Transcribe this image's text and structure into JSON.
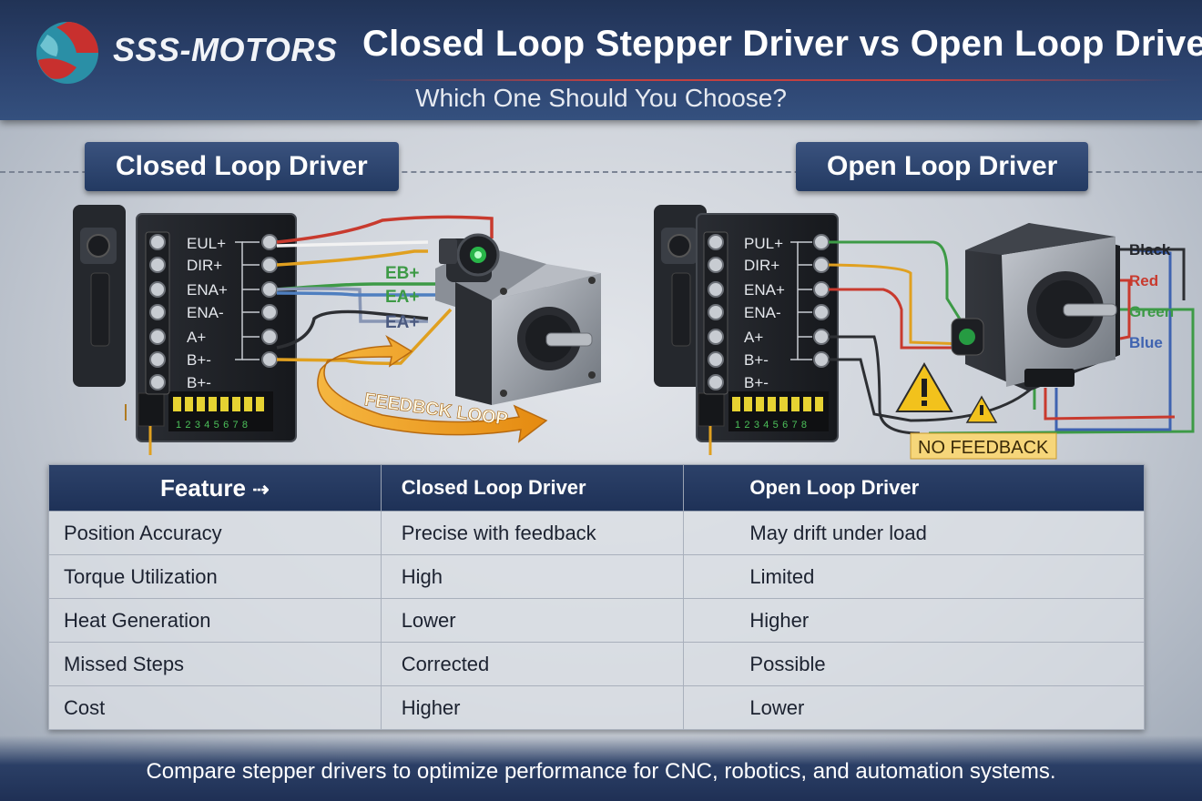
{
  "header": {
    "brand": "SSS-MOTORS",
    "title": "Closed Loop Stepper Driver vs Open Loop Driver",
    "subtitle": "Which One Should You Choose?"
  },
  "closed_section": {
    "label": "Closed Loop Driver",
    "terminals": [
      "EUL+",
      "DIR+",
      "ENA+",
      "ENA-",
      "A+",
      "B+-",
      "B+-"
    ],
    "wire_labels": [
      "EB+",
      "EA+",
      "EA+"
    ],
    "dip_numbers": "12345678",
    "feedback_label": "FEEDBCK LOOP"
  },
  "open_section": {
    "label": "Open Loop Driver",
    "terminals": [
      "PUL+",
      "DIR+",
      "ENA+",
      "ENA-",
      "A+",
      "B+-",
      "B+-"
    ],
    "wire_colors": [
      "Black",
      "Red",
      "Green",
      "Blue"
    ],
    "dip_numbers": "12345678",
    "warning_label": "NO FEEDBACK"
  },
  "table": {
    "headers": [
      "Feature",
      "Closed Loop Driver",
      "Open Loop Driver"
    ],
    "rows": [
      [
        "Position Accuracy",
        "Precise with feedback",
        "May drift under load"
      ],
      [
        "Torque Utilization",
        "High",
        "Limited"
      ],
      [
        "Heat Generation",
        "Lower",
        "Higher"
      ],
      [
        "Missed Steps",
        "Corrected",
        "Possible"
      ],
      [
        "Cost",
        "Higher",
        "Lower"
      ]
    ]
  },
  "footer": "Compare stepper drivers to optimize performance for CNC, robotics, and automation systems.",
  "colors": {
    "header_bg": "#2d4470",
    "wire_red": "#c83a2e",
    "wire_green": "#3d9a46",
    "wire_blue": "#3f63b0",
    "wire_yellow": "#e0a020",
    "feedback_orange": "#f0a020"
  }
}
